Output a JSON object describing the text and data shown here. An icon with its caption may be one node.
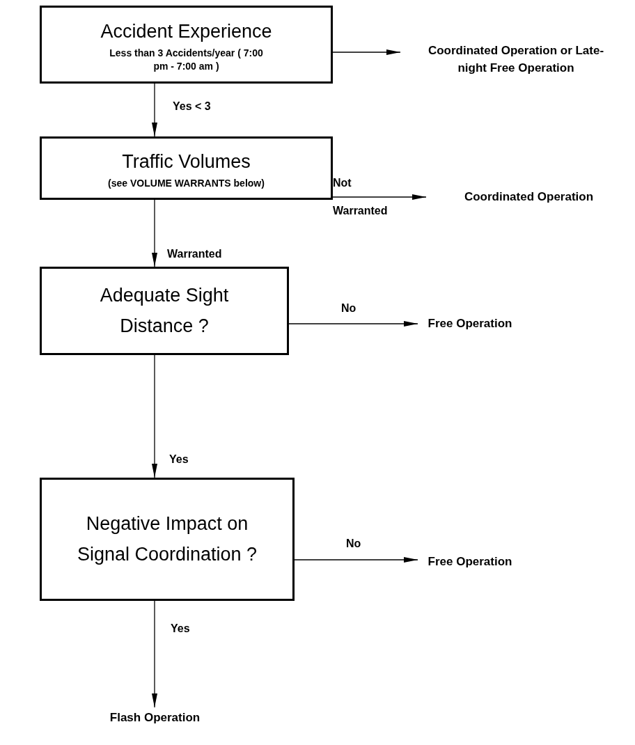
{
  "diagram": {
    "nodes": [
      {
        "text": [
          "Accident Experience",
          "Less than 3 Accidents/year ( 7:00 pm - 7:00 am )"
        ]
      },
      {
        "text": [
          "Coordinated Operation or Late-night Free Operation"
        ]
      },
      {
        "text": [
          "Traffic Volumes",
          "(see VOLUME WARRANTS below)"
        ]
      },
      {
        "text": [
          "Coordinated Operation"
        ]
      },
      {
        "text": [
          "Adequate Sight Distance ?"
        ]
      },
      {
        "text": [
          "Free Operation"
        ]
      },
      {
        "text": [
          "Negative Impact on Signal Coordination ?"
        ]
      },
      {
        "text": [
          "Free Operation"
        ]
      },
      {
        "text": [
          "Flash Operation"
        ]
      }
    ],
    "edges": [
      {
        "from": 0,
        "to": 1,
        "arrow": "to"
      },
      {
        "from": 0,
        "to": 2,
        "arrow": "to",
        "label": "Yes < 3"
      },
      {
        "from": 2,
        "to": 3,
        "arrow": "to",
        "label": "Not Warranted"
      },
      {
        "from": 2,
        "to": 4,
        "arrow": "to",
        "label": "Warranted"
      },
      {
        "from": 4,
        "to": 5,
        "arrow": "to",
        "label": "No"
      },
      {
        "from": 4,
        "to": 6,
        "arrow": "to",
        "label": "Yes"
      },
      {
        "from": 6,
        "to": 7,
        "arrow": "to",
        "label": "No"
      },
      {
        "from": 6,
        "to": 8,
        "arrow": "to",
        "label": "Yes"
      }
    ]
  }
}
